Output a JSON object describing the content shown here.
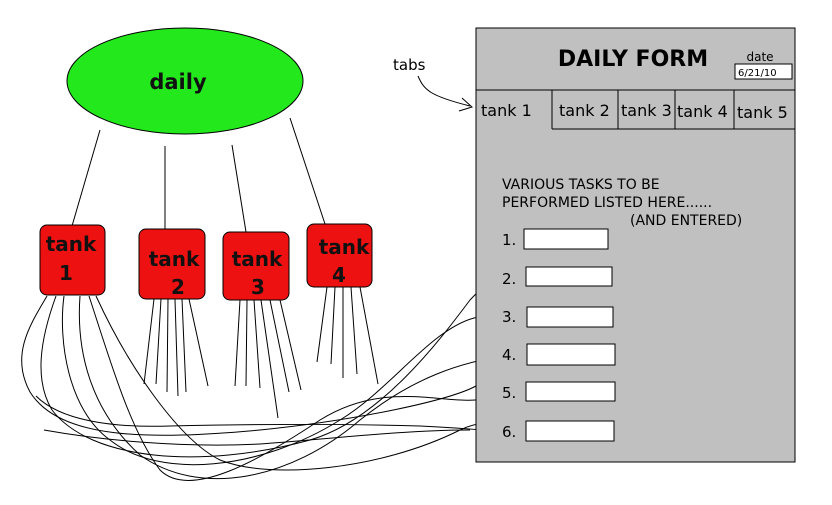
{
  "diagram": {
    "root_label": "daily",
    "tanks": [
      {
        "word": "tank",
        "num": "1"
      },
      {
        "word": "tank",
        "num": "2"
      },
      {
        "word": "tank",
        "num": "3"
      },
      {
        "word": "tank",
        "num": "4"
      }
    ],
    "tabs_annotation": "tabs",
    "colors": {
      "root": "#22e81c",
      "tank": "#ee1111",
      "panel": "#c0c0c0"
    }
  },
  "form": {
    "title": "DAILY FORM",
    "date_label": "date",
    "date_value": "6/21/10",
    "tabs": [
      "tank 1",
      "tank 2",
      "tank 3",
      "tank 4",
      "tank 5"
    ],
    "instructions_line1": "VARIOUS TASKS TO BE",
    "instructions_line2": "PERFORMED LISTED HERE......",
    "instructions_line3": "(AND ENTERED)",
    "tasks": [
      "1.",
      "2.",
      "3.",
      "4.",
      "5.",
      "6."
    ]
  }
}
